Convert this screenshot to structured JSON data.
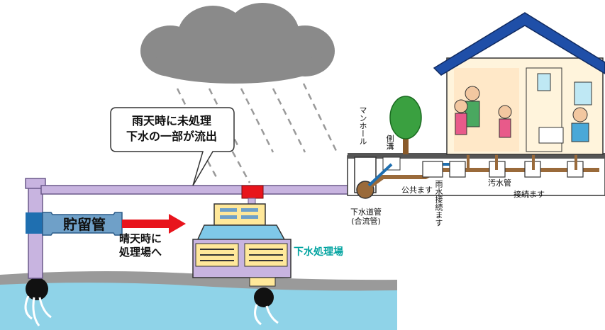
{
  "labels": {
    "callout_line1": "雨天時に未処理",
    "callout_line2": "下水の一部が流出",
    "storage_pipe": "貯留管",
    "dry_weather_line1": "晴天時に",
    "dry_weather_line2": "処理場へ",
    "treatment_plant": "下水処理場",
    "manhole": "マンホール",
    "gutter": "側溝",
    "sewer_pipe_line1": "下水道管",
    "sewer_pipe_line2": "(合流管)",
    "public_basin": "公共ます",
    "rain_basin": "雨水接続ます",
    "waste_pipe": "汚水管",
    "connection_basin": "接続ます"
  },
  "colors": {
    "sky_cloud": "#8a8a8a",
    "river": "#8fd3e8",
    "ground": "#9a9a9a",
    "sewer_pipe": "#c8b4e0",
    "storage_pipe": "#6fa0c8",
    "arrow": "#e8141c",
    "plant_label": "#00a3a0",
    "roof": "#1f4fa8",
    "waste_pipe": "#9a6a3a"
  }
}
